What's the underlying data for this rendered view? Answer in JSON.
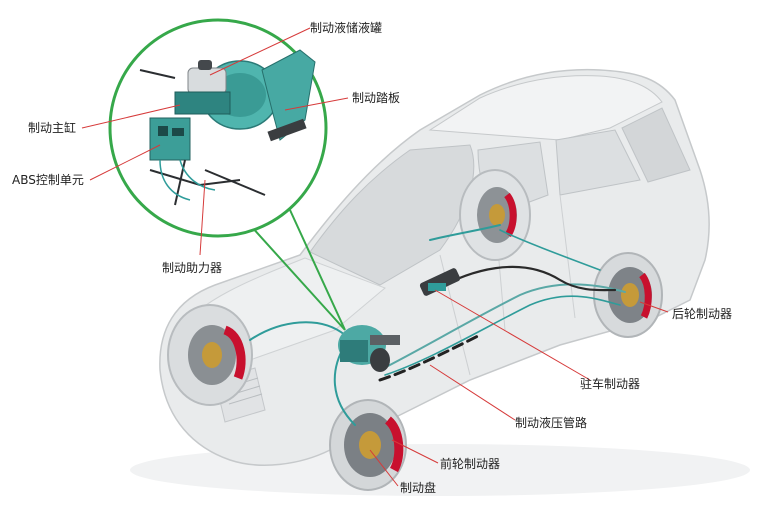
{
  "labels": {
    "reservoir": "制动液储液罐",
    "pedal": "制动踏板",
    "master_cylinder": "制动主缸",
    "abs_unit": "ABS控制单元",
    "booster": "制动助力器",
    "rear_brake": "后轮制动器",
    "parking_brake": "驻车制动器",
    "brake_lines": "制动液压管路",
    "front_brake": "前轮制动器",
    "disc": "制动盘"
  },
  "colors": {
    "car_body": "#e9ebec",
    "car_outline": "#c6c9cb",
    "glass": "#d7dadc",
    "hydraulic": "#2f9c9a",
    "caliper": "#c8102e",
    "callout": "#36a84a",
    "leader": "#d63a3a"
  }
}
